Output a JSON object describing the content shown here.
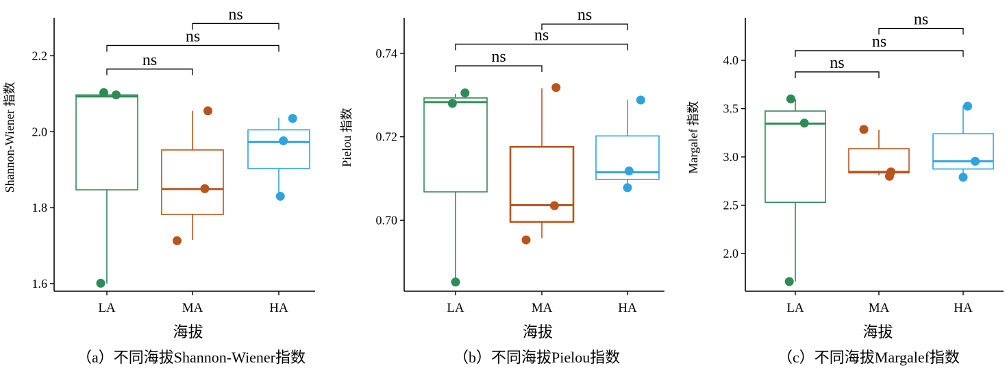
{
  "colors": {
    "LA": "#2E8B57",
    "MA": "#B8541C",
    "HA": "#2EA3DD",
    "axis": "#000000"
  },
  "chart_data": [
    {
      "type": "box",
      "panel": "a",
      "caption": "（a）不同海拔Shannon-Wiener指数",
      "xlabel": "海拔",
      "ylabel": "Shannon-Wiener 指数",
      "categories": [
        "LA",
        "MA",
        "HA"
      ],
      "ylim": [
        1.58,
        2.3
      ],
      "yticks": [
        1.6,
        1.8,
        2.0,
        2.2
      ],
      "ytick_labels": [
        "1.6",
        "1.8",
        "2.0",
        "2.2"
      ],
      "boxes": [
        {
          "category": "LA",
          "min": 1.6,
          "q1": 1.847,
          "median": 2.093,
          "q3": 2.097,
          "max": 2.101,
          "points": [
            2.103,
            2.097,
            1.601
          ]
        },
        {
          "category": "MA",
          "min": 1.715,
          "q1": 1.782,
          "median": 1.849,
          "q3": 1.952,
          "max": 2.055,
          "points": [
            2.055,
            1.85,
            1.713
          ]
        },
        {
          "category": "HA",
          "min": 1.83,
          "q1": 1.903,
          "median": 1.973,
          "q3": 2.005,
          "max": 2.037,
          "points": [
            2.035,
            1.976,
            1.83
          ]
        }
      ],
      "comparisons": [
        {
          "groups": [
            "LA",
            "MA"
          ],
          "label": "ns",
          "y": 2.165
        },
        {
          "groups": [
            "LA",
            "HA"
          ],
          "label": "ns",
          "y": 2.227
        },
        {
          "groups": [
            "MA",
            "HA"
          ],
          "label": "ns",
          "y": 2.285
        }
      ]
    },
    {
      "type": "box",
      "panel": "b",
      "caption": "（b）不同海拔Pielou指数",
      "xlabel": "海拔",
      "ylabel": "Pielou 指数",
      "categories": [
        "LA",
        "MA",
        "HA"
      ],
      "ylim": [
        0.683,
        0.7485
      ],
      "yticks": [
        0.7,
        0.72,
        0.74
      ],
      "ytick_labels": [
        "0.70",
        "0.72",
        "0.74"
      ],
      "boxes": [
        {
          "category": "LA",
          "min": 0.6855,
          "q1": 0.7068,
          "median": 0.7283,
          "q3": 0.7293,
          "max": 0.7303,
          "points": [
            0.7305,
            0.728,
            0.6852
          ]
        },
        {
          "category": "MA",
          "min": 0.6957,
          "q1": 0.6996,
          "median": 0.7036,
          "q3": 0.7176,
          "max": 0.7316,
          "points": [
            0.7318,
            0.7035,
            0.6953
          ]
        },
        {
          "category": "HA",
          "min": 0.708,
          "q1": 0.7098,
          "median": 0.7115,
          "q3": 0.7202,
          "max": 0.7289,
          "points": [
            0.7288,
            0.7118,
            0.7078
          ]
        }
      ],
      "comparisons": [
        {
          "groups": [
            "LA",
            "MA"
          ],
          "label": "ns",
          "y": 0.737
        },
        {
          "groups": [
            "LA",
            "HA"
          ],
          "label": "ns",
          "y": 0.7422
        },
        {
          "groups": [
            "MA",
            "HA"
          ],
          "label": "ns",
          "y": 0.747
        }
      ]
    },
    {
      "type": "box",
      "panel": "c",
      "caption": "（c）不同海拔Margalef指数",
      "xlabel": "海拔",
      "ylabel": "Margalef 指数",
      "categories": [
        "LA",
        "MA",
        "HA"
      ],
      "ylim": [
        1.61,
        4.44
      ],
      "yticks": [
        2.0,
        2.5,
        3.0,
        3.5,
        4.0
      ],
      "ytick_labels": [
        "2.0",
        "2.5",
        "3.0",
        "3.5",
        "4.0"
      ],
      "boxes": [
        {
          "category": "LA",
          "min": 1.71,
          "q1": 2.53,
          "median": 3.345,
          "q3": 3.475,
          "max": 3.6,
          "points": [
            3.6,
            3.35,
            1.71
          ]
        },
        {
          "category": "MA",
          "min": 2.81,
          "q1": 2.835,
          "median": 2.845,
          "q3": 3.085,
          "max": 3.28,
          "points": [
            3.285,
            2.845,
            2.8
          ]
        },
        {
          "category": "HA",
          "min": 2.79,
          "q1": 2.875,
          "median": 2.955,
          "q3": 3.24,
          "max": 3.53,
          "points": [
            3.525,
            2.955,
            2.79
          ]
        }
      ],
      "comparisons": [
        {
          "groups": [
            "LA",
            "MA"
          ],
          "label": "ns",
          "y": 3.88
        },
        {
          "groups": [
            "LA",
            "HA"
          ],
          "label": "ns",
          "y": 4.1
        },
        {
          "groups": [
            "MA",
            "HA"
          ],
          "label": "ns",
          "y": 4.33
        }
      ]
    }
  ]
}
